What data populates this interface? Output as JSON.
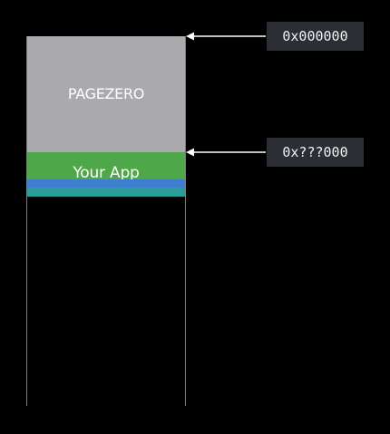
{
  "segments": {
    "pagezero_label": "PAGEZERO",
    "app_label": "Your App"
  },
  "addresses": {
    "top": "0x000000",
    "app_start": "0x???000"
  },
  "colors": {
    "pagezero": "#a9a9ae",
    "app_green": "#4ea84a",
    "app_blue": "#3d7fce",
    "app_teal": "#2a9e96",
    "address_box": "#2b2e35"
  }
}
